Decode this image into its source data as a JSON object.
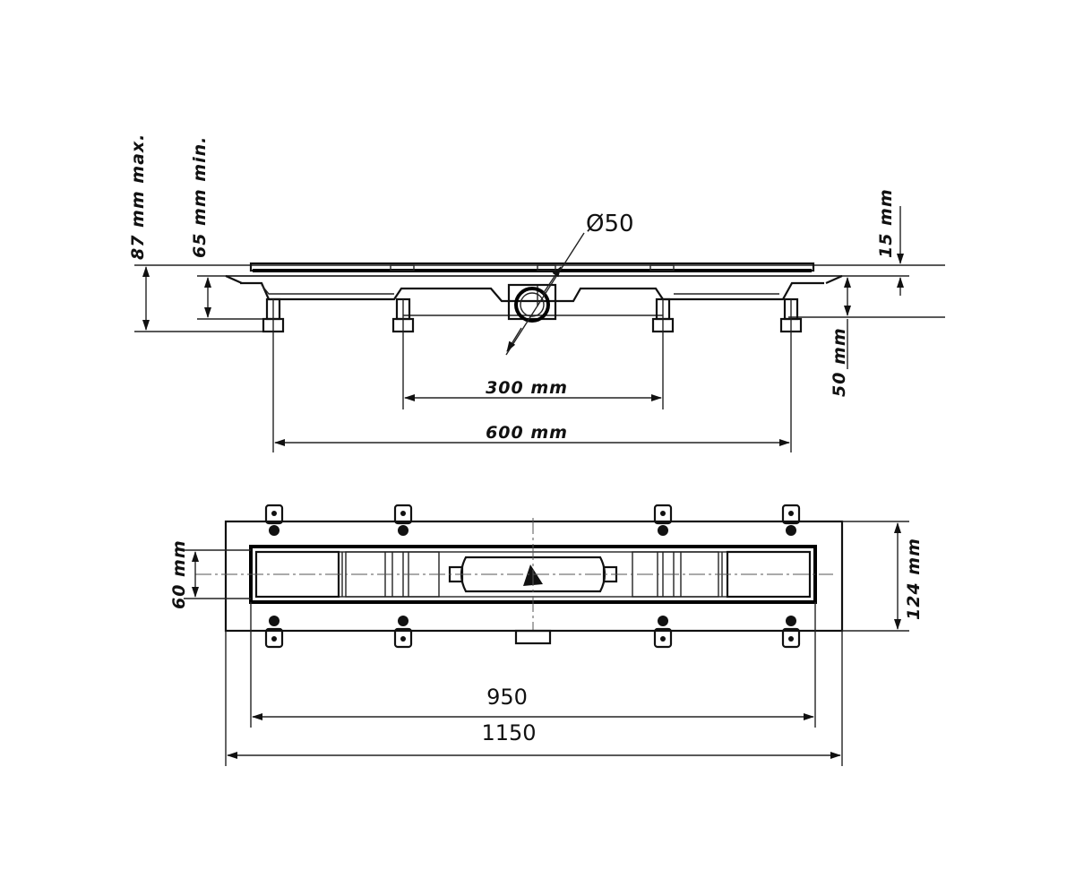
{
  "side_view": {
    "height_max_label": "87 mm max.",
    "height_min_label": "65 mm min.",
    "diameter_label": "Ø50",
    "grate_label": "15 mm",
    "outlet_label": "50 mm",
    "inner_feet_label": "300 mm",
    "outer_feet_label": "600 mm"
  },
  "top_view": {
    "channel_width_label": "60 mm",
    "flange_width_label": "124 mm",
    "channel_length_label": "950",
    "flange_length_label": "1150"
  },
  "colors": {
    "line": "#111111",
    "background": "#ffffff"
  }
}
